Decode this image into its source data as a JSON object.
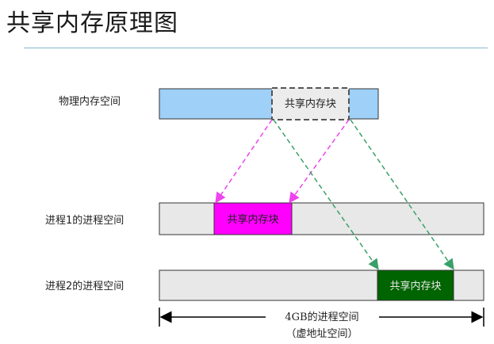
{
  "title": "共享内存原理图",
  "rows": {
    "physical": "物理内存空间",
    "process1": "进程1的进程空间",
    "process2": "进程2的进程空间"
  },
  "block_label": "共享内存块",
  "span": {
    "line1": "4GB的进程空间",
    "line2": "（虚地址空间）"
  },
  "colors": {
    "physical_bar": "#9fd0f7",
    "process_bar": "#e8e8e8",
    "block_p1": "#ff00ff",
    "block_p2": "#006400",
    "arrow_magenta": "#ee44ee",
    "arrow_green": "#3aa06a"
  }
}
